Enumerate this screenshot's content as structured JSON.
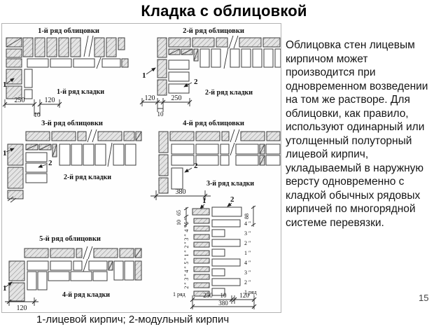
{
  "slide": {
    "title": "Кладка с облицовкой",
    "page_number": "15",
    "caption": "1-лицевой кирпич; 2-модульный кирпич",
    "body_text": "Облицовка стен лицевым\nкирпичом может\nпроизводится при\nодновременном возведении\nна том же растворе. Для\nоблицовки, как правило,\nиспользуют одинарный или\nутолщенный полуторный\nлицевой кирпич,\nукладываемый в наружную\nверсту одновременно с\nкладкой обычных рядовых\nкирпичей по многорядной\nсистеме перевязки."
  },
  "diagrams": {
    "d1": {
      "facing": "1-й ряд облицовки",
      "masonry": "1-й ряд кладки",
      "dim_a": "250",
      "dim_b": "120",
      "dim_c": "10",
      "callout1": "1"
    },
    "d2": {
      "facing": "2-й ряд облицовки",
      "masonry": "2-й ряд кладки",
      "dim_a": "120",
      "dim_b": "250",
      "dim_c": "10",
      "callout1": "1",
      "callout2": "2"
    },
    "d3": {
      "facing": "3-й ряд облицовки",
      "masonry": "2-й ряд кладки",
      "callout1": "1",
      "callout2": "2"
    },
    "d4": {
      "facing": "4-й ряд облицовки",
      "masonry": "3-й ряд кладки",
      "dim_a": "380",
      "callout2": "2"
    },
    "d5": {
      "facing": "5-й ряд облицовки",
      "masonry": "4-й ряд кладки",
      "dim_a": "120",
      "callout1": "1"
    },
    "d6": {
      "callout1": "1",
      "callout2": "2",
      "dim_brick_height": "65",
      "dim_joint": "10",
      "dim_facing_height": "88",
      "dim_a": "250",
      "dim_b": "10",
      "dim_c": "120",
      "dim_total": "380",
      "left_rows": [
        "5 ″",
        "4 ″",
        "3 ″",
        "2 ″",
        "1 ″",
        "5 ″",
        "4 ″",
        "3 ″",
        "2 ″"
      ],
      "left_row_base": "1 ряд",
      "right_rows": [
        "4 ″",
        "3 ″",
        "2 ″",
        "1 ″",
        "4 ″",
        "3 ″",
        "2 ″"
      ],
      "right_row_base": "1 ряд"
    }
  }
}
